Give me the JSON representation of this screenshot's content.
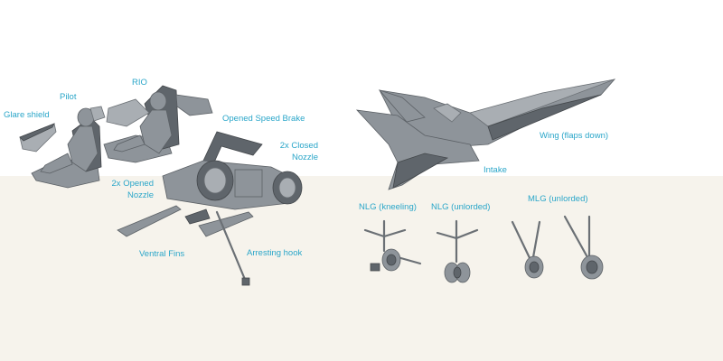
{
  "colors": {
    "label": "#2aa6c9",
    "background_top": "#ffffff",
    "background_bottom": "#f6f3ec",
    "part_gray": "#8e949a"
  },
  "labels": {
    "glare_shield": "Glare shield",
    "pilot": "Pilot",
    "rio": "RIO",
    "opened_speed_brake": "Opened Speed Brake",
    "closed_nozzle_line1": "2x Closed",
    "closed_nozzle_line2": "Nozzle",
    "opened_nozzle_line1": "2x Opened",
    "opened_nozzle_line2": "Nozzle",
    "ventral_fins": "Ventral Fins",
    "arresting_hook": "Arresting hook",
    "wing_flaps_down": "Wing (flaps down)",
    "intake": "Intake",
    "nlg_kneeling": "NLG (kneeling)",
    "nlg_unlorded_1": "NLG (unlorded)",
    "mlg_unlorded": "MLG (unlorded)"
  }
}
